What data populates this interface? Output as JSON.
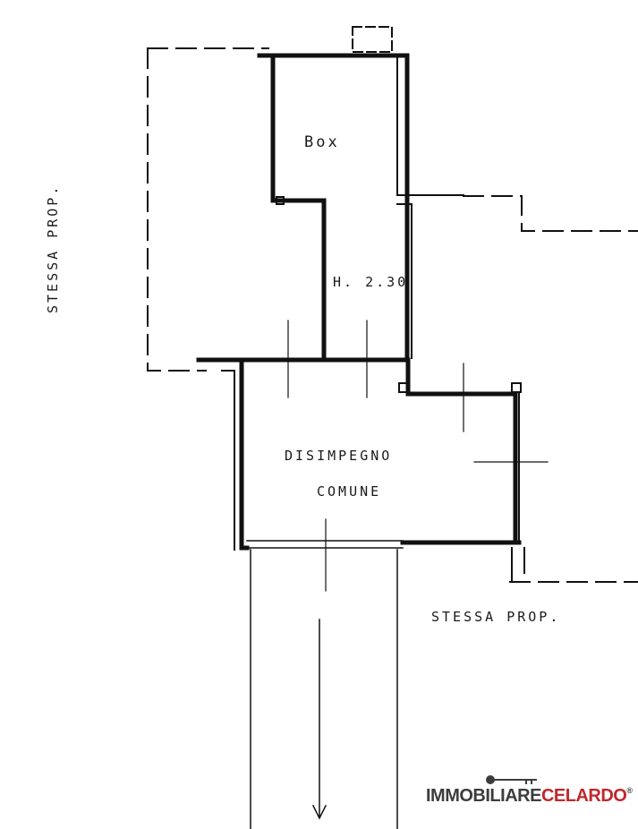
{
  "rooms": {
    "box": "Box",
    "height": "H. 2.30",
    "disimpegno": "DISIMPEGNO",
    "comune": "COMUNE"
  },
  "adjacent": {
    "left": "STESSA PROP.",
    "bottom": "STESSA PROP."
  },
  "logo": {
    "part1": "IMMOBILIARE",
    "part2": "CELARDO",
    "reg": "®",
    "brand_color": "#c0272d",
    "text_color": "#3d3d3d"
  }
}
